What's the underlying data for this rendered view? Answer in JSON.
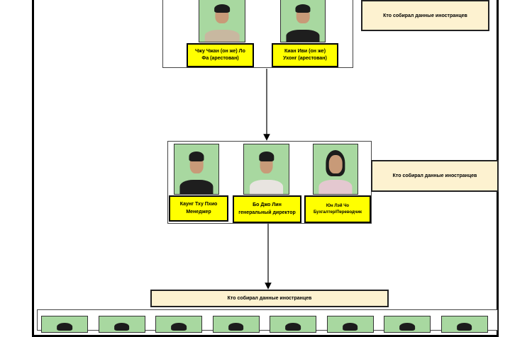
{
  "tiers": [
    {
      "note": "Кто собирал данные иностранцев",
      "members": [
        {
          "line1": "Чжу Чжан (он же) Ло",
          "line2": "Фа (арестован)",
          "photo": "man-patterned-shirt-photo"
        },
        {
          "line1": "Киан Иви (он же)",
          "line2": "Ухонг (арестован)",
          "photo": "man-black-tshirt-photo"
        }
      ]
    },
    {
      "note": "Кто собирал данные иностранцев",
      "members": [
        {
          "line1": "Каунг Тху Пхио",
          "line2": "Менеджер",
          "photo": "man-black-tshirt-photo"
        },
        {
          "line1": "Бо Джо Лин",
          "line2": "генеральный директор",
          "photo": "man-white-shirt-photo"
        },
        {
          "line1": "Юн Лэй Чо",
          "line2": "Бухгалтер/Переводчик",
          "photo": "woman-pink-top-photo"
        }
      ]
    },
    {
      "note": "Кто собирал данные иностранцев",
      "photo_count_visible": 8
    }
  ],
  "colors": {
    "label_fill": "#ffff00",
    "note_fill": "#fdf2d0",
    "photo_background": "#a8d8a0"
  }
}
